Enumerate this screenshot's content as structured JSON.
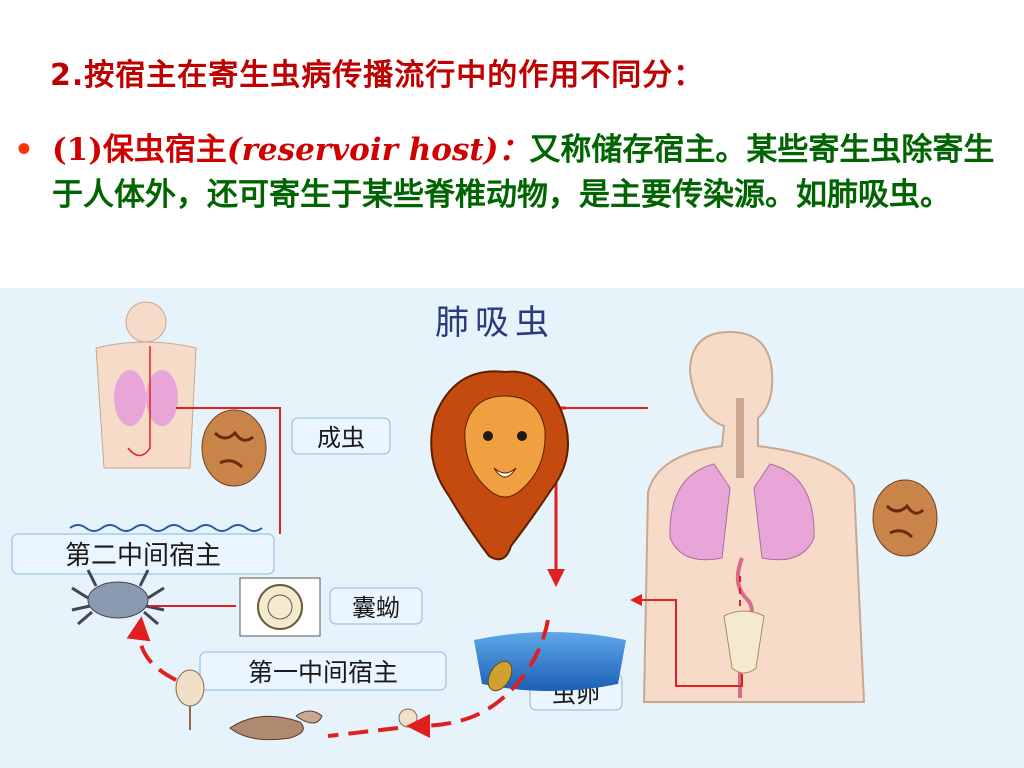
{
  "heading": "2.按宿主在寄生虫病传播流行中的作用不同分：",
  "bullet": {
    "marker": "•",
    "num": "(1)",
    "term": "保虫宿主",
    "en": "(reservoir host)：",
    "rest": "又称储存宿主。某些寄生虫除寄生于人体外，还可寄生于某些脊椎动物，是主要传染源。如肺吸虫。"
  },
  "diagram": {
    "title": "肺吸虫",
    "labels": {
      "adult": "成虫",
      "second_host": "第二中间宿主",
      "cyst": "囊蚴",
      "first_host": "第一中间宿主",
      "egg": "虫卵"
    }
  },
  "colors": {
    "heading": "#c00000",
    "bullet_text": "#006400",
    "diagram_bg": "#e6f3fb",
    "arrow": "#e02020",
    "lung": "#e8a6d8",
    "skin": "#f6dcc8"
  }
}
